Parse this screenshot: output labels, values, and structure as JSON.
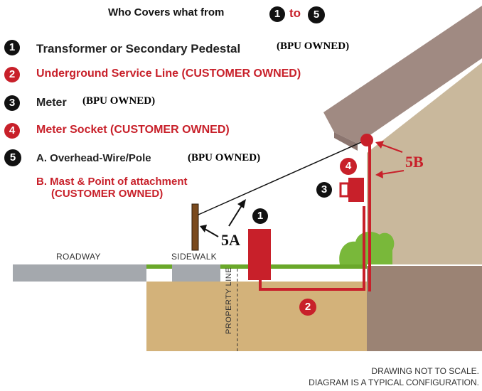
{
  "header": {
    "title": "Who Covers what from",
    "badge_start": "1",
    "connector": "to",
    "badge_end": "5"
  },
  "legend": [
    {
      "number": "1",
      "label": "Transformer or Secondary Pedestal",
      "owner": "(BPU OWNED)"
    },
    {
      "number": "2",
      "label": "Underground Service Line (CUSTOMER OWNED)"
    },
    {
      "number": "3",
      "label": "Meter",
      "owner": "(BPU OWNED)"
    },
    {
      "number": "4",
      "label": "Meter Socket (CUSTOMER OWNED)"
    },
    {
      "number": "5",
      "a_label": "A.  Overhead-Wire/Pole",
      "a_owner": "(BPU OWNED)",
      "b_label_line1": "B. Mast & Point of attachment",
      "b_label_line2": "(CUSTOMER OWNED)"
    }
  ],
  "diagram": {
    "roadway": "ROADWAY",
    "sidewalk": "SIDEWALK",
    "property_line": "PROPERTY LINE",
    "callout_5a": "5A",
    "callout_5b": "5B",
    "marker_1": "1",
    "marker_2": "2",
    "marker_3": "3",
    "marker_4": "4"
  },
  "notes": {
    "line1": "DRAWING NOT TO SCALE.",
    "line2": "DIAGRAM IS A TYPICAL CONFIGURATION."
  },
  "colors": {
    "red": "#c8202a",
    "dark": "#111111",
    "wall": "#c9b89c",
    "roof": "#a08a82",
    "soil": "#d3b27a",
    "grass": "#6aa82a",
    "pavement": "#a4a8ad"
  }
}
